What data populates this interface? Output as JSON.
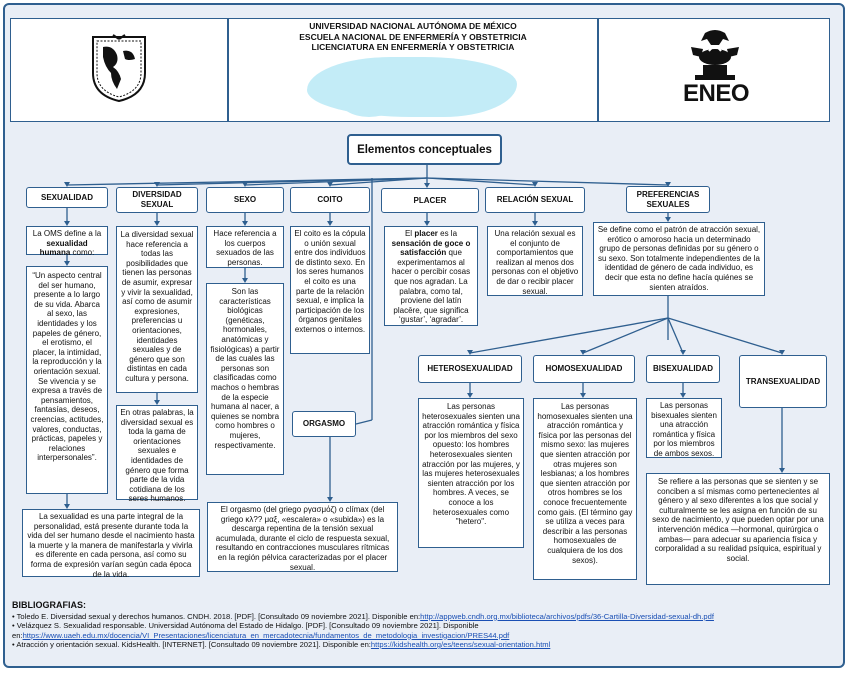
{
  "header": {
    "line1": "UNIVERSIDAD NACIONAL AUTÓNOMA DE   MÉXICO",
    "line2": "ESCUELA NACIONAL DE ENFERMERÍA Y   OBSTETRICIA",
    "line3": "LICENCIATURA EN ENFERMERÍA Y   OBSTETRICIA",
    "logo_right_text": "ENEO"
  },
  "main_title": "Elementos conceptuales",
  "categories": {
    "sexualidad": "SEXUALIDAD",
    "diversidad": "DIVERSIDAD SEXUAL",
    "sexo": "SEXO",
    "coito": "COITO",
    "placer": "PLACER",
    "relacion": "RELACIÓN SEXUAL",
    "preferencias": "PREFERENCIAS SEXUALES",
    "orgasmo": "ORGASMO",
    "hetero": "HETEROSEXUALIDAD",
    "homo": "HOMOSEXUALIDAD",
    "bi": "BISEXUALIDAD",
    "trans": "TRANSEXUALIDAD"
  },
  "texts": {
    "sexualidad_def_a": "La OMS define a la ",
    "sexualidad_def_b": "sexualidad humana",
    "sexualidad_def_c": " como:",
    "sexualidad_quote": "“Un aspecto central del ser humano, presente a lo largo de su vida. Abarca al sexo, las identidades y los papeles de género, el erotismo, el placer, la intimidad, la reproducción y la orientación sexual. Se vivencia y se expresa a través de pensamientos, fantasías, deseos, creencias, actitudes, valores, conductas, prácticas, papeles y relaciones interpersonales”.",
    "sexualidad_bottom": "La sexualidad es una parte integral de la personalidad, está presente durante toda la vida del ser humano desde el nacimiento hasta la muerte y la manera de manifestarla y vivirla es diferente en cada persona, así como su forma de expresión varían según cada época de la vida.",
    "diversidad_1": "La diversidad sexual hace referencia a todas las posibilidades que tienen las personas de asumir, expresar y vivir la sexualidad, así como de asumir expresiones, preferencias u orientaciones, identidades sexuales y de género que son distintas en cada cultura y persona.",
    "diversidad_2": "En otras palabras, la diversidad sexual es toda la gama de orientaciones sexuales e identidades de género que forma parte de la vida cotidiana de los seres humanos.",
    "sexo_1": "Hace referencia a los cuerpos sexuados de las personas.",
    "sexo_2": "Son las características biológicas (genéticas, hormonales, anatómicas y fisiológicas) a partir de las cuales las personas son clasificadas como machos o hembras de la especie humana al nacer, a quienes se nombra como hombres o mujeres, respectivamente.",
    "coito_1": "El coito es la cópula o unión sexual entre dos individuos de distinto sexo. En los seres humanos el coito es una parte de la relación sexual, e implica la participación de los órganos genitales externos o internos.",
    "placer_a": "El ",
    "placer_b": "placer",
    "placer_c": " es la ",
    "placer_d": "sensación de goce o satisfacción",
    "placer_e": " que experimentamos al hacer o percibir cosas que nos agradan. La palabra, como tal, proviene del latín placēre, que significa ‘gustar’, ‘agradar’.",
    "relacion_1": "Una relación sexual es el conjunto de comportamientos que realizan al menos dos personas con el objetivo de dar o recibir placer sexual.",
    "preferencias_1": "Se define como el patrón de atracción sexual, erótico o amoroso hacia un determinado grupo de personas definidas por su género o su sexo. Son totalmente independientes de la identidad de género de cada individuo, es decir que esta no define hacía quiénes se sienten atraídos.",
    "orgasmo_1": "El orgasmo (del griego ργασμόζ) o clímax (del griego κλ?? μαξ, «escalera» o «subida») es la descarga repentina de la tensión sexual acumulada, durante el ciclo de respuesta sexual, resultando en contracciones musculares rítmicas en la región pélvica caracterizadas por el placer sexual.",
    "hetero_1": "Las personas heterosexuales sienten una atracción romántica y física por los miembros del sexo opuesto: los hombres heterosexuales sienten atracción por las mujeres, y las mujeres heterosexuales sienten atracción por los hombres. A veces, se conoce a los heterosexuales como \"hetero\".",
    "homo_1": "Las personas homosexuales sienten una atracción romántica y física por las personas del mismo sexo: las mujeres que sienten atracción por otras mujeres son lesbianas; a los hombres que sienten atracción por otros hombres se los conoce frecuentemente como gais. (El término gay se utiliza a veces para describir a las personas homosexuales de cualquiera de los dos sexos).",
    "bi_1": "Las personas bisexuales sienten una atracción romántica y física por los miembros de ambos sexos.",
    "trans_1": "Se refiere a las personas que se sienten y se conciben a sí mismas como pertenecientes al género y al sexo diferentes a los que social y culturalmente se les asigna en función de su sexo de nacimiento, y que pueden optar por una intervención médica —hormonal, quirúrgica o ambas— para adecuar su apariencia física y corporalidad a su realidad psíquica, espiritual y social."
  },
  "bibliography": {
    "title": "BIBLIOGRAFIAS:",
    "items": [
      {
        "text": "Toledo E. Diversidad sexual y derechos humanos. CNDH. 2018. [PDF]. [Consultado 09 noviembre 2021]. Disponible en:",
        "link": "http://appweb.cndh.org.mx/biblioteca/archivos/pdfs/36-Cartilla-Diversidad-sexual-dh.pdf"
      },
      {
        "text": "Velázquez S. Sexualidad responsable. Universidad Autónoma del Estado de Hidalgo. [PDF]. [Consultado 09 noviembre 2021]. Disponible en:",
        "link": "https://www.uaeh.edu.mx/docencia/VI_Presentaciones/licenciatura_en_mercadotecnia/fundamentos_de_metodologia_investigacion/PRES44.pdf"
      },
      {
        "text": "Atracción y orientación sexual. KidsHealth. [INTERNET]. [Consultado 09 noviembre 2021]. Disponible en:",
        "link": "https://kidshealth.org/es/teens/sexual-orientation.html"
      }
    ]
  },
  "colors": {
    "border": "#2f5f8f",
    "panel": "#e9eef6",
    "blob": "#c3ecf7",
    "link": "#1a4fb4"
  }
}
